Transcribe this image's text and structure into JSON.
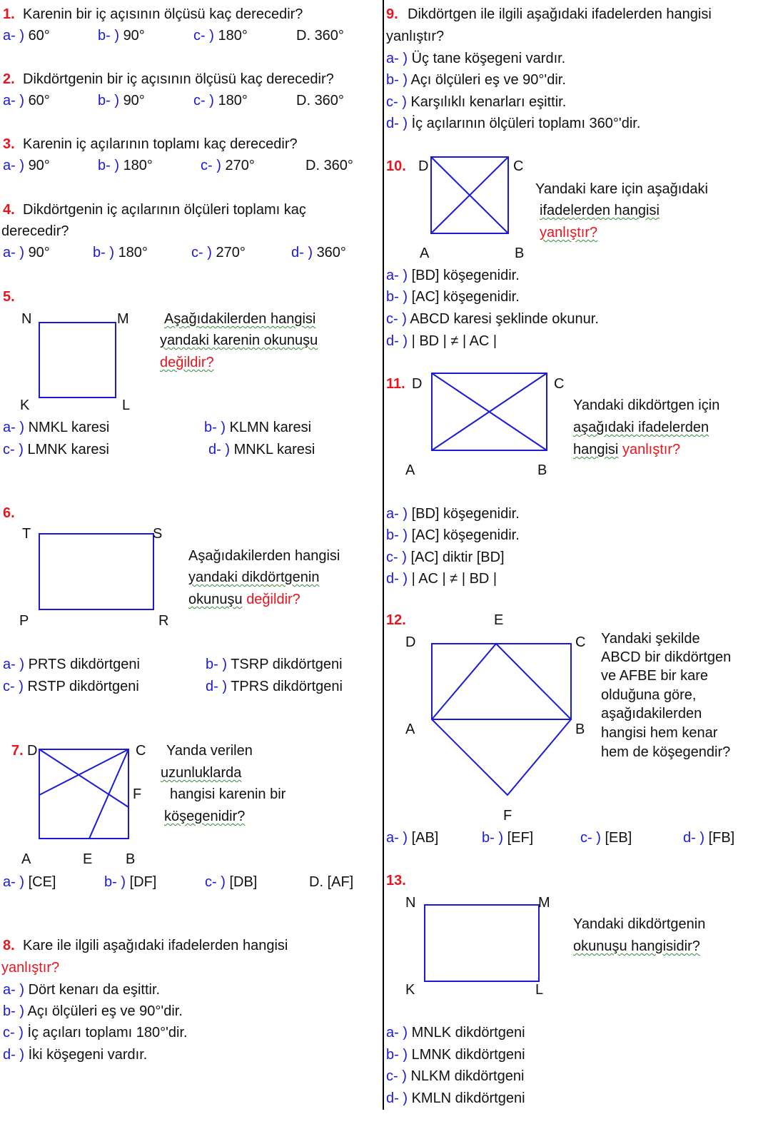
{
  "q1": {
    "num": "1.",
    "text": "Karenin bir iç açısının ölçüsü kaç derecedir?",
    "options": [
      {
        "label": "a- )",
        "text": "60°"
      },
      {
        "label": "b- )",
        "text": "90°"
      },
      {
        "label": "c- )",
        "text": "180°"
      },
      {
        "label": "D.",
        "text": "360°"
      }
    ]
  },
  "q2": {
    "num": "2.",
    "text": "Dikdörtgenin bir iç açısının ölçüsü kaç derecedir?",
    "options": [
      {
        "label": "a- )",
        "text": "60°"
      },
      {
        "label": "b- )",
        "text": "90°"
      },
      {
        "label": "c- )",
        "text": "180°"
      },
      {
        "label": "D.",
        "text": "360°"
      }
    ]
  },
  "q3": {
    "num": "3.",
    "text": "Karenin iç açılarının toplamı kaç derecedir?",
    "options": [
      {
        "label": "a- )",
        "text": "90°"
      },
      {
        "label": "b- )",
        "text": "180°"
      },
      {
        "label": "c- )",
        "text": "270°"
      },
      {
        "label": "D.",
        "text": "360°"
      }
    ]
  },
  "q4": {
    "num": "4.",
    "text1": "Dikdörtgenin iç açılarının ölçüleri toplamı kaç",
    "text2": "derecedir?",
    "options": [
      {
        "label": "a- )",
        "text": "90°"
      },
      {
        "label": "b- )",
        "text": "180°"
      },
      {
        "label": "c- )",
        "text": "270°"
      },
      {
        "label": "d- )",
        "text": "360°"
      }
    ]
  },
  "q5": {
    "num": "5.",
    "labels": [
      "N",
      "M",
      "K",
      "L"
    ],
    "lines": [
      "Aşağıdakilerden hangisi",
      "yandaki karenin okunuşu",
      "değildir?"
    ],
    "options": [
      {
        "label": "a- )",
        "text": "NMKL karesi"
      },
      {
        "label": "b- )",
        "text": "KLMN karesi"
      },
      {
        "label": "c- )",
        "text": "LMNK karesi"
      },
      {
        "label": "d- )",
        "text": "MNKL karesi"
      }
    ]
  },
  "q6": {
    "num": "6.",
    "labels": [
      "T",
      "S",
      "P",
      "R"
    ],
    "lines": [
      "Aşağıdakilerden hangisi",
      "yandaki dikdörtgenin",
      "okunuşu",
      "değildir?"
    ],
    "options": [
      {
        "label": "a- )",
        "text": "PRTS dikdörtgeni"
      },
      {
        "label": "b- )",
        "text": "TSRP dikdörtgeni"
      },
      {
        "label": "c- )",
        "text": "RSTP dikdörtgeni"
      },
      {
        "label": "d- )",
        "text": "TPRS dikdörtgeni"
      }
    ]
  },
  "q7": {
    "num": "7.",
    "labels": [
      "D",
      "C",
      "F",
      "A",
      "E",
      "B"
    ],
    "lines": [
      "Yanda verilen",
      "uzunluklarda",
      "hangisi karenin bir",
      "köşegenidir?"
    ],
    "options": [
      {
        "label": "a- )",
        "text": "[CE]"
      },
      {
        "label": "b- )",
        "text": "[DF]"
      },
      {
        "label": "c- )",
        "text": "[DB]"
      },
      {
        "label": "D.",
        "text": "[AF]"
      }
    ]
  },
  "q8": {
    "num": "8.",
    "text": "Kare ile ilgili aşağıdaki ifadelerden hangisi",
    "text2": "yanlıştır?",
    "options": [
      {
        "label": "a- )",
        "text": "Dört kenarı da eşittir."
      },
      {
        "label": "b- )",
        "text": "Açı ölçüleri eş ve 90°'dir."
      },
      {
        "label": "c- )",
        "text": "İç açıları toplamı 180°'dir."
      },
      {
        "label": "d- )",
        "text": "İki köşegeni vardır."
      }
    ]
  },
  "q9": {
    "num": "9.",
    "text": "Dikdörtgen ile ilgili aşağıdaki ifadelerden hangisi",
    "text2": "yanlıştır?",
    "options": [
      {
        "label": "a- )",
        "text": "Üç tane köşegeni vardır."
      },
      {
        "label": "b- )",
        "text": "Açı ölçüleri eş ve 90°'dir."
      },
      {
        "label": "c- )",
        "text": "Karşılıklı kenarları eşittir."
      },
      {
        "label": "d- )",
        "text": "İç açılarının ölçüleri toplamı 360°'dir."
      }
    ]
  },
  "q10": {
    "num": "10.",
    "labels": [
      "D",
      "C",
      "A",
      "B"
    ],
    "lines": [
      "Yandaki kare için aşağıdaki",
      "ifadelerden hangisi",
      "yanlıştır?"
    ],
    "options": [
      {
        "label": "a- )",
        "text": "[BD] köşegenidir."
      },
      {
        "label": "b- )",
        "text": "[AC] köşegenidir."
      },
      {
        "label": "c- )",
        "text": "ABCD karesi şeklinde okunur."
      },
      {
        "label": "d- )",
        "text": "| BD | ≠ | AC |"
      }
    ]
  },
  "q11": {
    "num": "11.",
    "labels": [
      "D",
      "C",
      "A",
      "B"
    ],
    "lines": [
      "Yandaki dikdörtgen için",
      "aşağıdaki ifadelerden",
      "hangisi",
      "yanlıştır?"
    ],
    "options": [
      {
        "label": "a- )",
        "text": "[BD] köşegenidir."
      },
      {
        "label": "b- )",
        "text": "[AC] köşegenidir."
      },
      {
        "label": "c- )",
        "text": "[AC] diktir [BD]"
      },
      {
        "label": "d- )",
        "text": "| AC | ≠ | BD |"
      }
    ]
  },
  "q12": {
    "num": "12.",
    "labels": [
      "E",
      "D",
      "C",
      "A",
      "B",
      "F"
    ],
    "lines": [
      "Yandaki şekilde",
      "ABCD bir dikdörtgen",
      "ve AFBE bir kare",
      "olduğuna göre,",
      "aşağıdakilerden",
      "hangisi hem kenar",
      "hem de köşegendir?"
    ],
    "options": [
      {
        "label": "a- )",
        "text": "[AB]"
      },
      {
        "label": "b- )",
        "text": "[EF]"
      },
      {
        "label": "c- )",
        "text": "[EB]"
      },
      {
        "label": "d- )",
        "text": "[FB]"
      }
    ]
  },
  "q13": {
    "num": "13.",
    "labels": [
      "N",
      "M",
      "K",
      "L"
    ],
    "lines": [
      "Yandaki dikdörtgenin",
      "okunuşu hangisidir?"
    ],
    "options": [
      {
        "label": "a- )",
        "text": "MNLK dikdörtgeni"
      },
      {
        "label": "b- )",
        "text": "LMNK dikdörtgeni"
      },
      {
        "label": "c- )",
        "text": "NLKM dikdörtgeni"
      },
      {
        "label": "d- )",
        "text": "KMLN dikdörtgeni"
      }
    ]
  },
  "colors": {
    "number": "#e8141e",
    "option_label": "#1a1ad8",
    "figure": "#1a1ad8"
  }
}
